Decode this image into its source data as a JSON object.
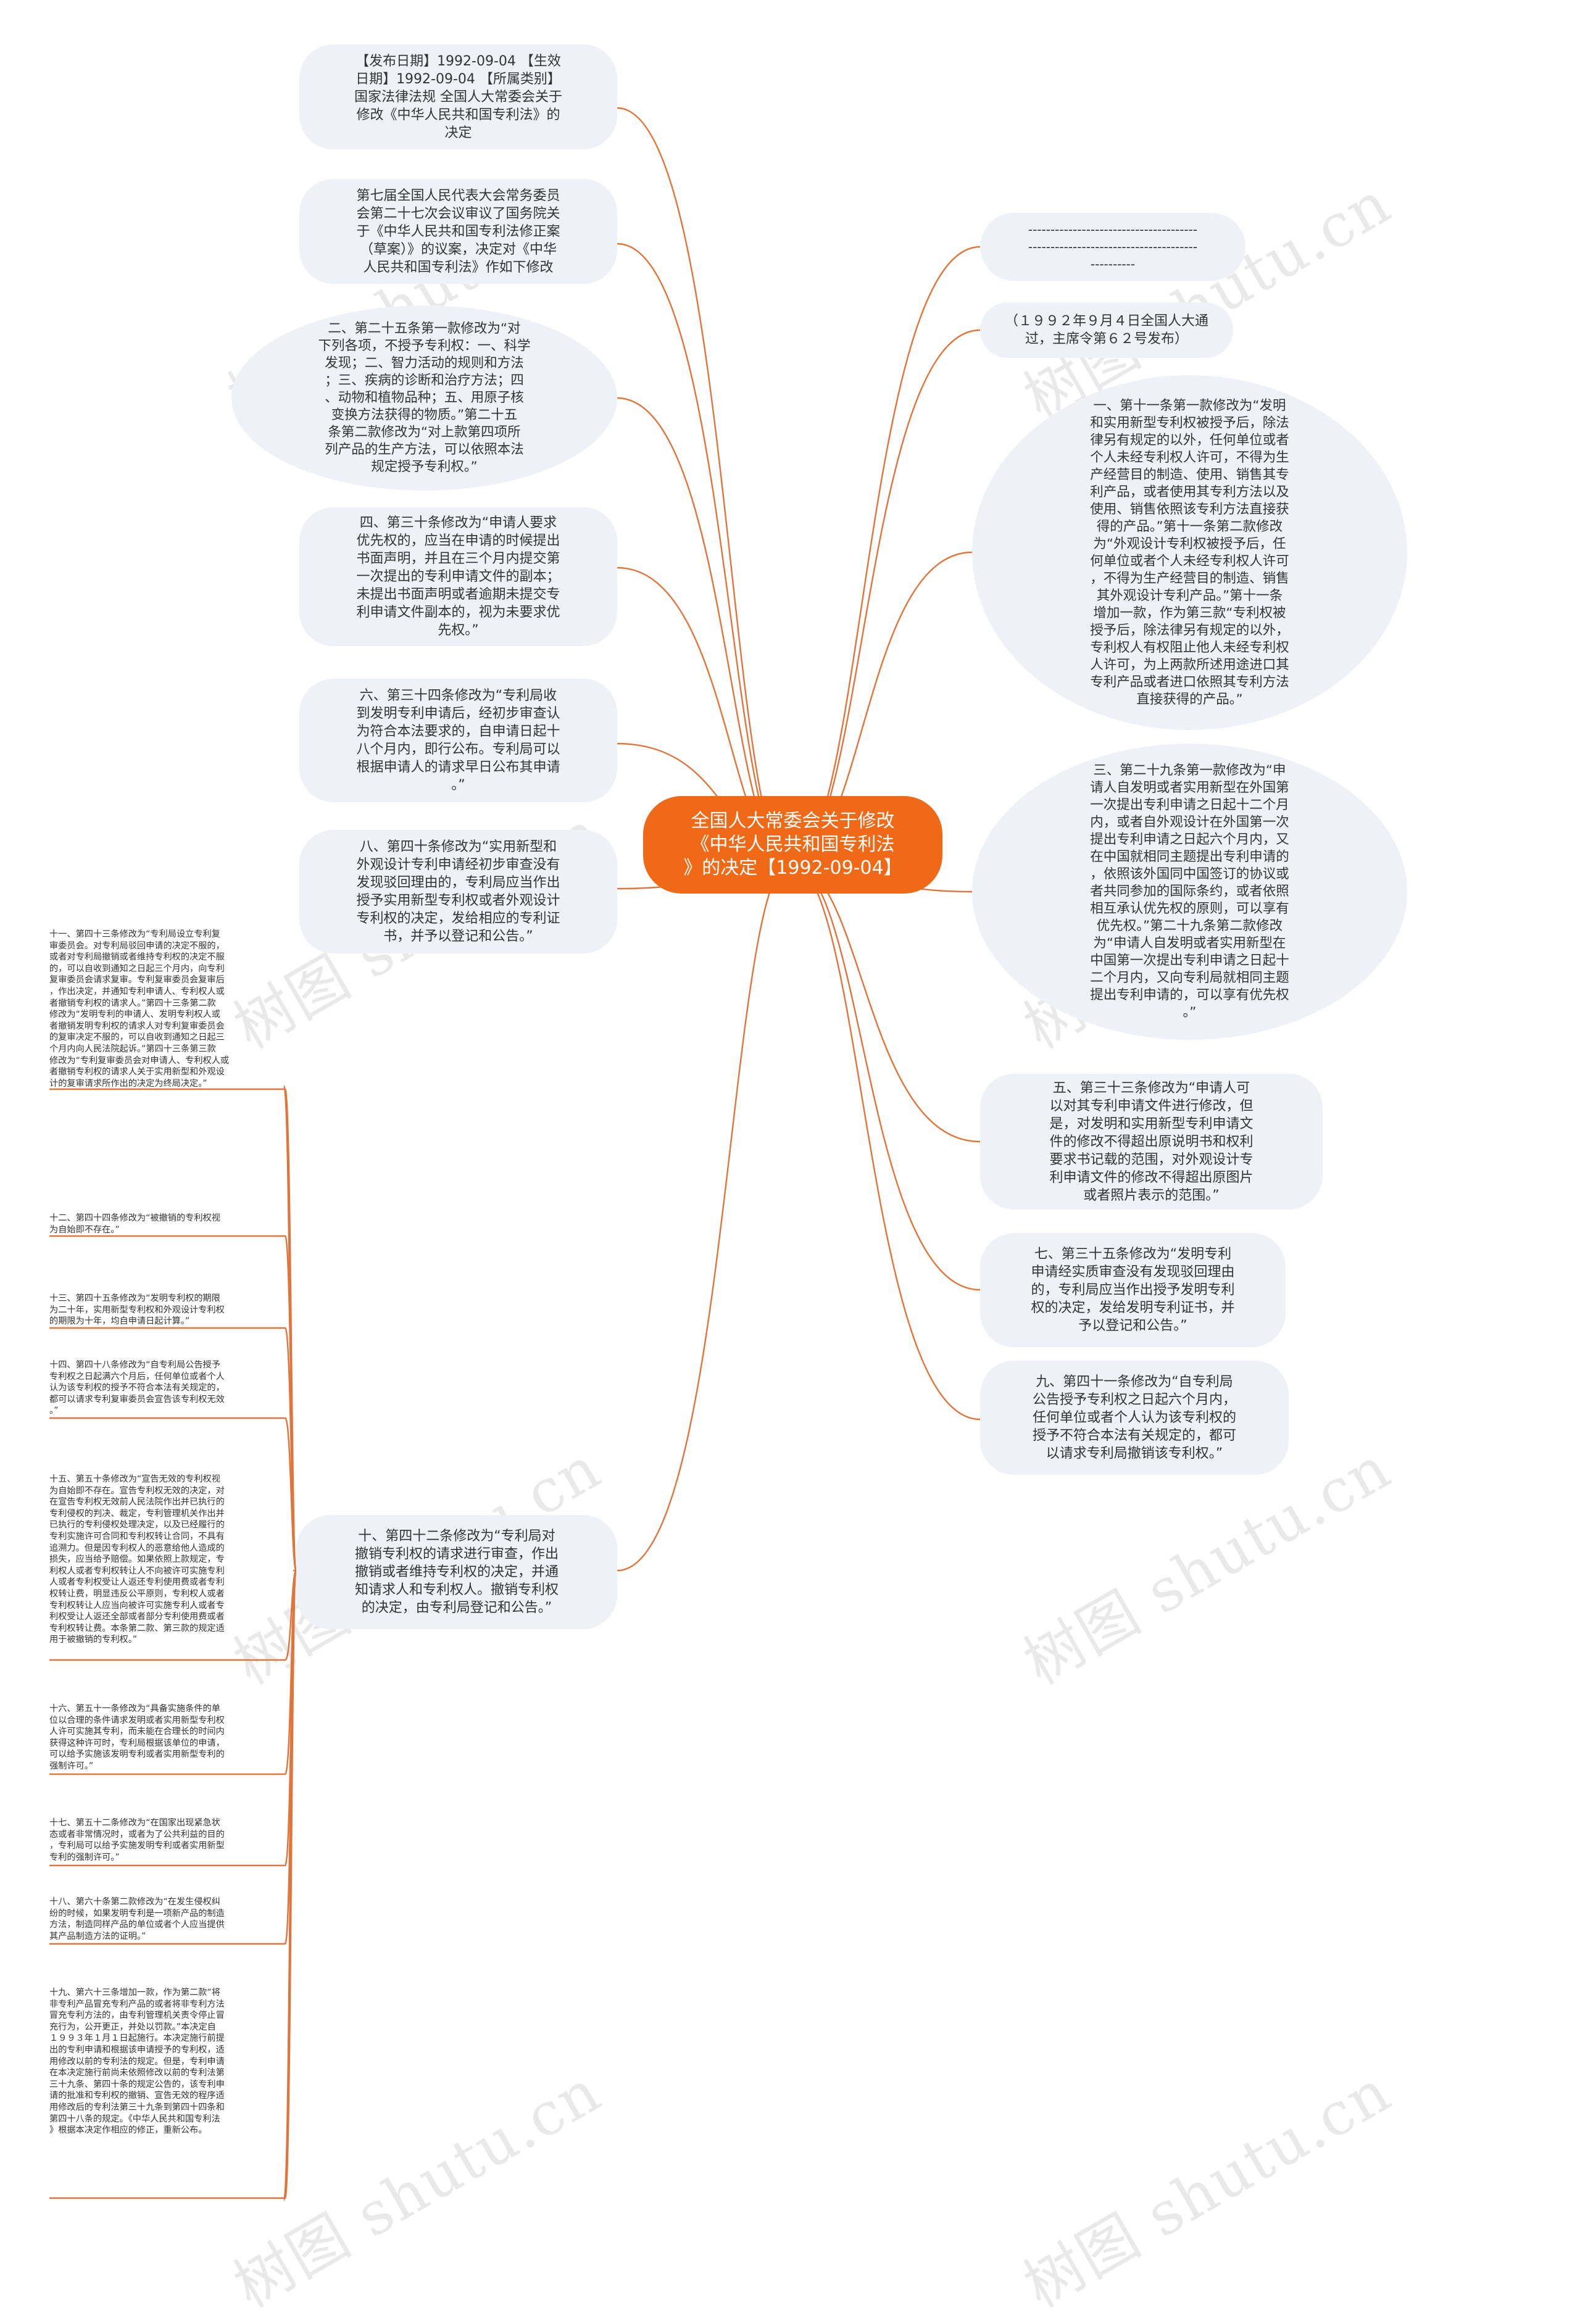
{
  "root": {
    "title": "全国人大常委会关于修改\n《中华人民共和国专利法\n》的决定【1992-09-04】"
  },
  "watermark": "树图 shutu.cn",
  "colors": {
    "center": "#ef6916",
    "node_bg": "#eef1f5",
    "edge": "#e0743a",
    "text": "#333333"
  },
  "left_nodes": [
    {
      "id": "date",
      "text": "【发布日期】1992-09-04 【生效\n日期】1992-09-04 【所属类别】\n国家法律法规 全国人大常委会关于\n修改《中华人民共和国专利法》的\n决定"
    },
    {
      "id": "preamble",
      "text": "第七届全国人民代表大会常务委员\n会第二十七次会议审议了国务院关\n于《中华人民共和国专利法修正案\n（草案）》的议案，决定对《中华\n人民共和国专利法》作如下修改"
    },
    {
      "id": "art25",
      "text": "二、第二十五条第一款修改为“对\n下列各项，不授予专利权：一、科学\n发现；二、智力活动的规则和方法\n；三、疾病的诊断和治疗方法；四\n、动物和植物品种；五、用原子核\n变换方法获得的物质。”第二十五\n条第二款修改为“对上款第四项所\n列产品的生产方法，可以依照本法\n规定授予专利权。”"
    },
    {
      "id": "art30",
      "text": "四、第三十条修改为“申请人要求\n优先权的，应当在申请的时候提出\n书面声明，并且在三个月内提交第\n一次提出的专利申请文件的副本；\n未提出书面声明或者逾期未提交专\n利申请文件副本的，视为未要求优\n先权。”"
    },
    {
      "id": "art34",
      "text": "六、第三十四条修改为“专利局收\n到发明专利申请后，经初步审查认\n为符合本法要求的，自申请日起十\n八个月内，即行公布。专利局可以\n根据申请人的请求早日公布其申请\n。”"
    },
    {
      "id": "art40",
      "text": "八、第四十条修改为“实用新型和\n外观设计专利申请经初步审查没有\n发现驳回理由的，专利局应当作出\n授予实用新型专利权或者外观设计\n专利权的决定，发给相应的专利证\n书，并予以登记和公告。”"
    },
    {
      "id": "art42",
      "text": "十、第四十二条修改为“专利局对\n撤销专利权的请求进行审查，作出\n撤销或者维持专利权的决定，并通\n知请求人和专利权人。撤销专利权\n的决定，由专利局登记和公告。”"
    }
  ],
  "right_nodes": [
    {
      "id": "dashes",
      "text": "--------------------------------------\n--------------------------------------\n----------"
    },
    {
      "id": "passed",
      "text": "（１９９２年９月４日全国人大通\n过，主席令第６２号发布）"
    },
    {
      "id": "art11",
      "text": "一、第十一条第一款修改为“发明\n和实用新型专利权被授予后，除法\n律另有规定的以外，任何单位或者\n个人未经专利权人许可，不得为生\n产经营目的制造、使用、销售其专\n利产品，或者使用其专利方法以及\n使用、销售依照该专利方法直接获\n得的产品。”第十一条第二款修改\n为“外观设计专利权被授予后，任\n何单位或者个人未经专利权人许可\n，不得为生产经营目的制造、销售\n其外观设计专利产品。”第十一条\n增加一款，作为第三款“专利权被\n授予后，除法律另有规定的以外，\n专利权人有权阻止他人未经专利权\n人许可，为上两款所述用途进口其\n专利产品或者进口依照其专利方法\n直接获得的产品。”"
    },
    {
      "id": "art29",
      "text": "三、第二十九条第一款修改为“申\n请人自发明或者实用新型在外国第\n一次提出专利申请之日起十二个月\n内，或者自外观设计在外国第一次\n提出专利申请之日起六个月内，又\n在中国就相同主题提出专利申请的\n，依照该外国同中国签订的协议或\n者共同参加的国际条约，或者依照\n相互承认优先权的原则，可以享有\n优先权。”第二十九条第二款修改\n为“申请人自发明或者实用新型在\n中国第一次提出专利申请之日起十\n二个月内，又向专利局就相同主题\n提出专利申请的，可以享有优先权\n。”"
    },
    {
      "id": "art33",
      "text": "五、第三十三条修改为“申请人可\n以对其专利申请文件进行修改，但\n是，对发明和实用新型专利申请文\n件的修改不得超出原说明书和权利\n要求书记载的范围，对外观设计专\n利申请文件的修改不得超出原图片\n或者照片表示的范围。”"
    },
    {
      "id": "art35",
      "text": "七、第三十五条修改为“发明专利\n申请经实质审查没有发现驳回理由\n的，专利局应当作出授予发明专利\n权的决定，发给发明专利证书，并\n予以登记和公告。”"
    },
    {
      "id": "art41",
      "text": "九、第四十一条修改为“自专利局\n公告授予专利权之日起六个月内，\n任何单位或者个人认为该专利权的\n授予不符合本法有关规定的，都可\n以请求专利局撤销该专利权。”"
    }
  ],
  "leaves": [
    {
      "id": "l11",
      "text": "十一、第四十三条修改为“专利局设立专利复\n审委员会。对专利局驳回申请的决定不服的，\n或者对专利局撤销或者维持专利权的决定不服\n的，可以自收到通知之日起三个月内，向专利\n复审委员会请求复审。专利复审委员会复审后\n，作出决定，并通知专利申请人、专利权人或\n者撤销专利权的请求人。”第四十三条第二款\n修改为“发明专利的申请人、发明专利权人或\n者撤销发明专利权的请求人对专利复审委员会\n的复审决定不服的，可以自收到通知之日起三\n个月内向人民法院起诉。”第四十三条第三款\n修改为“专利复审委员会对申请人、专利权人或\n者撤销专利权的请求人关于实用新型和外观设\n计的复审请求所作出的决定为终局决定。”"
    },
    {
      "id": "l12",
      "text": "十二、第四十四条修改为“被撤销的专利权视\n为自始即不存在。”"
    },
    {
      "id": "l13",
      "text": "十三、第四十五条修改为“发明专利权的期限\n为二十年，实用新型专利权和外观设计专利权\n的期限为十年，均自申请日起计算。”"
    },
    {
      "id": "l14",
      "text": "十四、第四十八条修改为“自专利局公告授予\n专利权之日起满六个月后，任何单位或者个人\n认为该专利权的授予不符合本法有关规定的，\n都可以请求专利复审委员会宣告该专利权无效\n。”"
    },
    {
      "id": "l15",
      "text": "十五、第五十条修改为“宣告无效的专利权视\n为自始即不存在。宣告专利权无效的决定，对\n在宣告专利权无效前人民法院作出并已执行的\n专利侵权的判决、裁定，专利管理机关作出并\n已执行的专利侵权处理决定，以及已经履行的\n专利实施许可合同和专利权转让合同，不具有\n追溯力。但是因专利权人的恶意给他人造成的\n损失，应当给予赔偿。如果依照上款规定，专\n利权人或者专利权转让人不向被许可实施专利\n人或者专利权受让人返还专利使用费或者专利\n权转让费，明显违反公平原则，专利权人或者\n专利权转让人应当向被许可实施专利人或者专\n利权受让人返还全部或者部分专利使用费或者\n专利权转让费。本条第二款、第三款的规定适\n用于被撤销的专利权。”"
    },
    {
      "id": "l16",
      "text": "十六、第五十一条修改为“具备实施条件的单\n位以合理的条件请求发明或者实用新型专利权\n人许可实施其专利，而未能在合理长的时间内\n获得这种许可时，专利局根据该单位的申请，\n可以给予实施该发明专利或者实用新型专利的\n强制许可。”"
    },
    {
      "id": "l17",
      "text": "十七、第五十二条修改为“在国家出现紧急状\n态或者非常情况时，或者为了公共利益的目的\n，专利局可以给予实施发明专利或者实用新型\n专利的强制许可。”"
    },
    {
      "id": "l18",
      "text": "十八、第六十条第二款修改为“在发生侵权纠\n纷的时候，如果发明专利是一项新产品的制造\n方法，制造同样产品的单位或者个人应当提供\n其产品制造方法的证明。”"
    },
    {
      "id": "l19",
      "text": "十九、第六十三条增加一款，作为第二款“将\n非专利产品冒充专利产品的或者将非专利方法\n冒充专利方法的，由专利管理机关责令停止冒\n充行为，公开更正，并处以罚款。”本决定自\n１９９３年１月１日起施行。本决定施行前提\n出的专利申请和根据该申请授予的专利权，适\n用修改以前的专利法的规定。但是，专利申请\n在本决定施行前尚未依照修改以前的专利法第\n三十九条、第四十条的规定公告的，该专利申\n请的批准和专利权的撤销、宣告无效的程序适\n用修改后的专利法第三十九条到第四十四条和\n第四十八条的规定。《中华人民共和国专利法\n》根据本决定作相应的修正，重新公布。"
    }
  ]
}
